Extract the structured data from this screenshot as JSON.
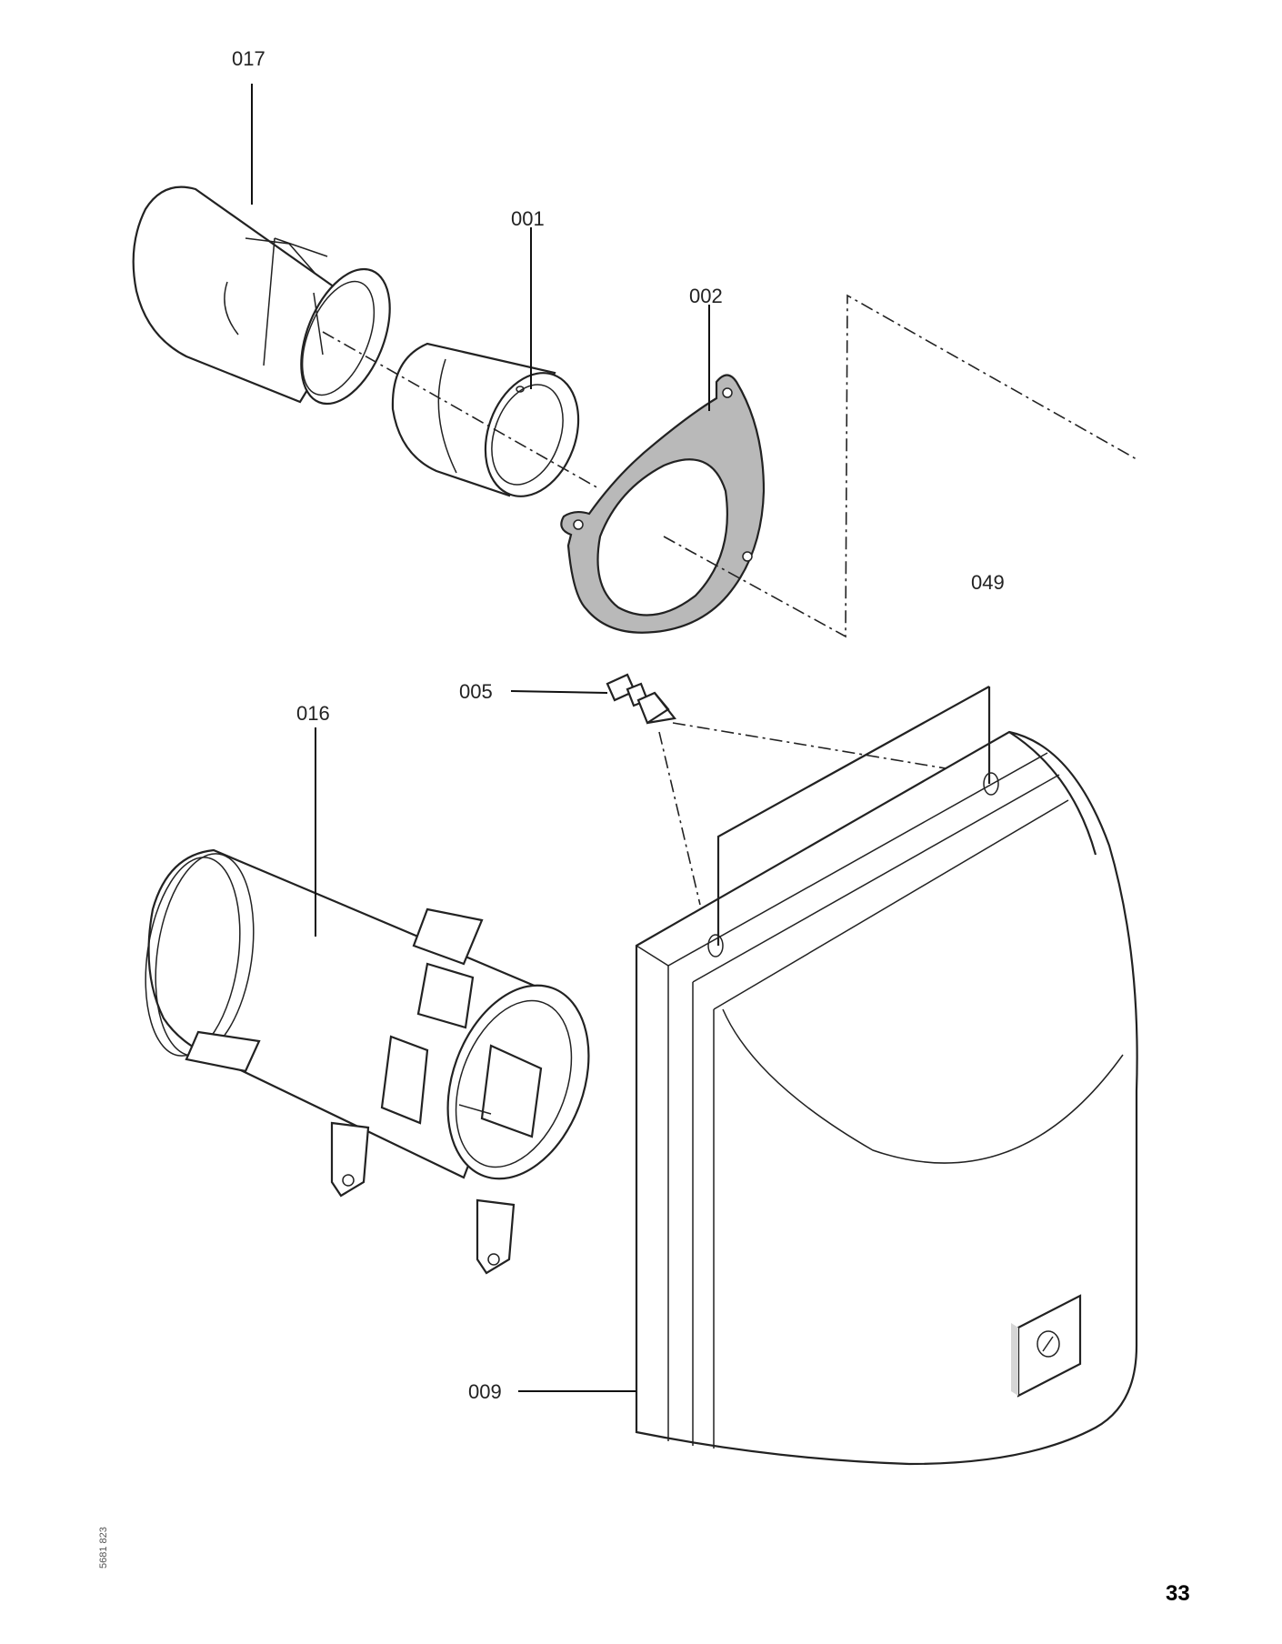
{
  "parts": [
    {
      "id": "017",
      "label": "017"
    },
    {
      "id": "001",
      "label": "001"
    },
    {
      "id": "002",
      "label": "002"
    },
    {
      "id": "049",
      "label": "049"
    },
    {
      "id": "005",
      "label": "005"
    },
    {
      "id": "016",
      "label": "016"
    },
    {
      "id": "009",
      "label": "009"
    }
  ],
  "side_code": "5681 823",
  "page_number": "33"
}
